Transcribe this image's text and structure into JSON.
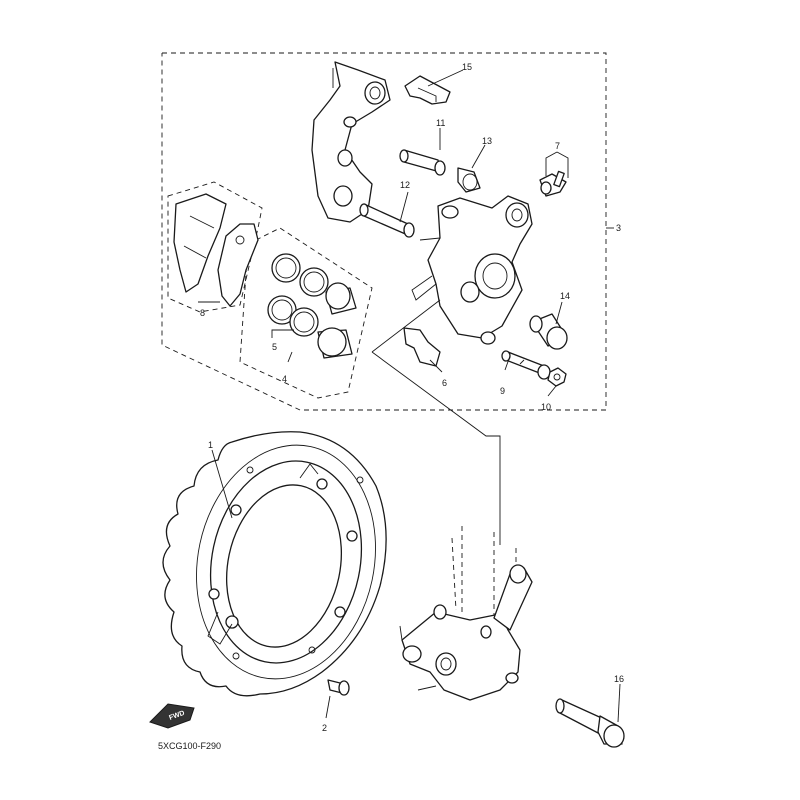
{
  "diagram": {
    "code_label": "5XCG100-F290",
    "fwd_label": "FWD",
    "callouts": {
      "p1": "1",
      "p2": "2",
      "p3": "3",
      "p4": "4",
      "p5": "5",
      "p6": "6",
      "p7": "7",
      "p8": "8",
      "p9": "9",
      "p10": "10",
      "p11": "11",
      "p12": "12",
      "p13": "13",
      "p14": "14",
      "p15": "15",
      "p16": "16"
    }
  }
}
